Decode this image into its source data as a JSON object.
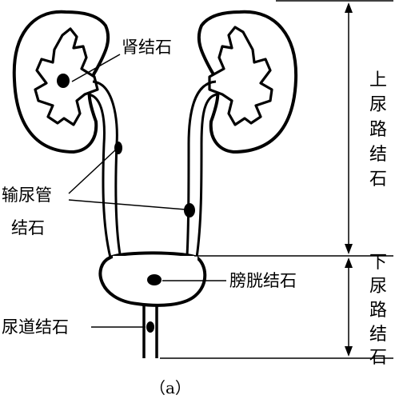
{
  "labels": {
    "kidney_stone": "肾结石",
    "ureter_stone_line1": "输尿管",
    "ureter_stone_line2": "结石",
    "bladder_stone": "膀胱结石",
    "urethra_stone": "尿道结石",
    "upper_tract": [
      "上",
      "尿",
      "路",
      "结",
      "石"
    ],
    "lower_tract": [
      "下",
      "尿",
      "路",
      "结",
      "石"
    ],
    "caption": "（a）"
  },
  "colors": {
    "ink": "#000000",
    "background": "#ffffff"
  }
}
